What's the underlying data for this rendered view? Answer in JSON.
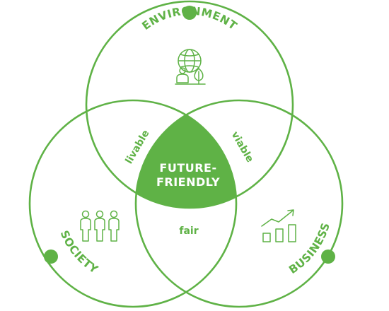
{
  "circles": {
    "environment": {
      "label": "ENVIRONMENT",
      "icon": "globe-with-person-and-tree-icon"
    },
    "society": {
      "label": "SOCIETY",
      "icon": "three-people-icon"
    },
    "business": {
      "label": "BUSINESS",
      "icon": "bar-chart-growth-icon"
    }
  },
  "overlaps": {
    "environment_society": "livable",
    "environment_business": "viable",
    "society_business": "fair"
  },
  "center": {
    "line1": "FUTURE-",
    "line2": "FRIENDLY"
  },
  "colors": {
    "accent": "#5fb246",
    "center_text": "#ffffff"
  }
}
